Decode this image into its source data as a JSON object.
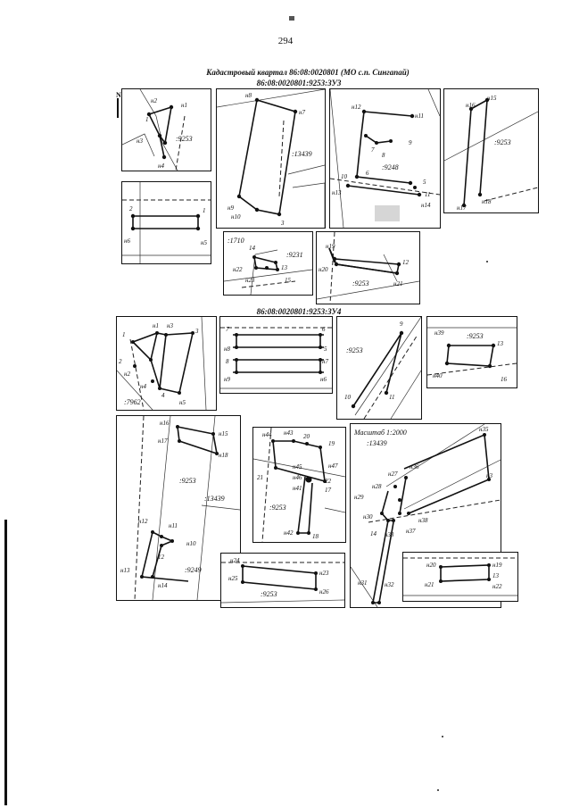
{
  "page": {
    "number": "294"
  },
  "header": {
    "title": "Кадастровый квартал 86:08:0020801 (МО с.п. Сингапай)",
    "subtitle1": "86:08:0020801:9253:ЗУ3",
    "subtitle2": "86:08:0020801:9253:ЗУ4"
  },
  "north_label": "N",
  "scale_label": "Масштаб 1:2000",
  "panels": [
    {
      "id": "p1",
      "parcels": [
        ":9253"
      ],
      "points": [
        "н2",
        "н1",
        "н3",
        "н4",
        "1"
      ]
    },
    {
      "id": "p2",
      "parcels": [
        ":13439"
      ],
      "points": [
        "н8",
        "н7",
        "н9",
        "н10",
        "3"
      ]
    },
    {
      "id": "p3",
      "parcels": [
        ":9248"
      ],
      "points": [
        "н12",
        "н11",
        "7",
        "8",
        "9",
        "6",
        "н13",
        "10",
        "5",
        "11",
        "н14"
      ]
    },
    {
      "id": "p4",
      "parcels": [
        ":9253"
      ],
      "points": [
        "н16",
        "н15",
        "н17",
        "н18"
      ]
    },
    {
      "id": "p5",
      "parcels": [],
      "points": [
        "2",
        "1",
        "н6",
        "н5"
      ]
    },
    {
      "id": "p6",
      "parcels": [
        ":1710",
        ":9231"
      ],
      "points": [
        "14",
        "н22",
        "13",
        "н23",
        "15"
      ]
    },
    {
      "id": "p7",
      "parcels": [
        ":9253"
      ],
      "points": [
        "н19",
        "12",
        "н20",
        "н21"
      ]
    },
    {
      "id": "p8",
      "parcels": [
        ":7962"
      ],
      "points": [
        "1",
        "н1",
        "н3",
        "3",
        "н2",
        "2",
        "н4",
        "4",
        "н5"
      ]
    },
    {
      "id": "p9",
      "parcels": [],
      "points": [
        "7",
        "6",
        "н8",
        "5",
        "8",
        "н7",
        "н9",
        "н6"
      ]
    },
    {
      "id": "p10",
      "parcels": [
        ":9253"
      ],
      "points": [
        "9",
        "10",
        "11"
      ]
    },
    {
      "id": "p11",
      "parcels": [
        ":9253"
      ],
      "points": [
        "н39",
        "13",
        "н40",
        "16"
      ]
    },
    {
      "id": "p12",
      "parcels": [
        ":9253",
        ":13439",
        ":9249"
      ],
      "points": [
        "н16",
        "н15",
        "н17",
        "н18",
        "н12",
        "н11",
        "н10",
        "12",
        "н13",
        "н14"
      ]
    },
    {
      "id": "p13",
      "parcels": [
        ":9253"
      ],
      "points": [
        "н44",
        "н43",
        "20",
        "19",
        "н45",
        "н47",
        "21",
        "н46",
        "22",
        "н41",
        "17",
        "н42",
        "18"
      ]
    },
    {
      "id": "p14",
      "parcels": [
        ":13439"
      ],
      "points": [
        "н35",
        "н36",
        "н27",
        "н28",
        "н3",
        "н29",
        "н30",
        "14",
        "н33",
        "н37",
        "н38",
        "н31",
        "н32"
      ]
    },
    {
      "id": "p15",
      "parcels": [
        ":9253"
      ],
      "points": [
        "н24",
        "н23",
        "н25",
        "н26"
      ]
    },
    {
      "id": "p16",
      "parcels": [],
      "points": [
        "н20",
        "н19",
        "13",
        "н21",
        "н22"
      ]
    }
  ]
}
